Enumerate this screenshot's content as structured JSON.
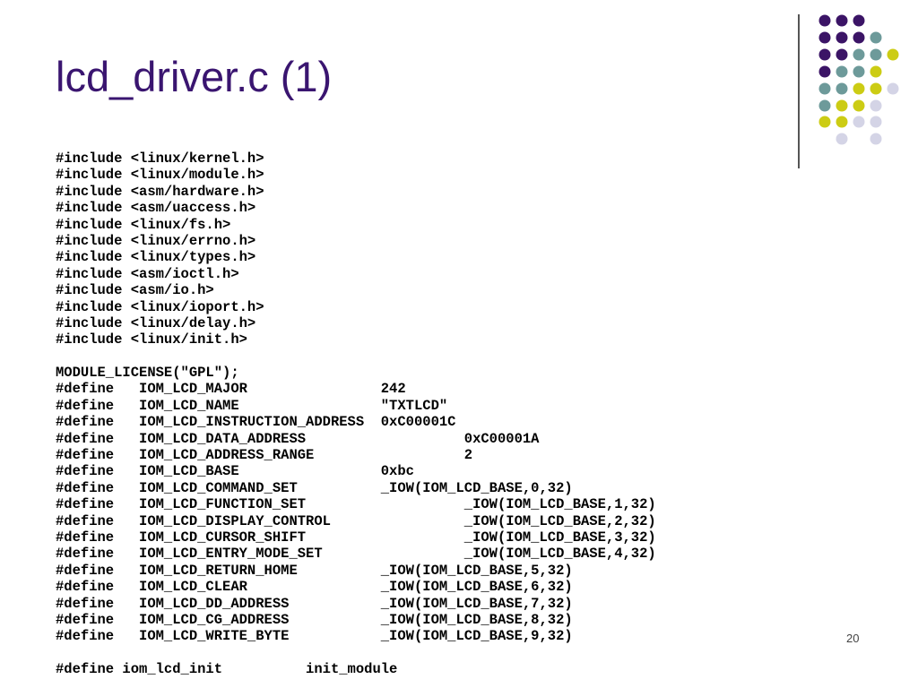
{
  "slide": {
    "title": "lcd_driver.c (1)",
    "page_number": "20",
    "colors": {
      "purple": "#3b1466",
      "teal": "#6d9a9a",
      "yellow": "#cccc14",
      "lavender": "#d4d4e6"
    },
    "code_lines": [
      "#include <linux/kernel.h>",
      "#include <linux/module.h>",
      "#include <asm/hardware.h>",
      "#include <asm/uaccess.h>",
      "#include <linux/fs.h>",
      "#include <linux/errno.h>",
      "#include <linux/types.h>",
      "#include <asm/ioctl.h>",
      "#include <asm/io.h>",
      "#include <linux/ioport.h>",
      "#include <linux/delay.h>",
      "#include <linux/init.h>",
      "",
      "MODULE_LICENSE(\"GPL\");",
      "#define   IOM_LCD_MAJOR                242",
      "#define   IOM_LCD_NAME                 \"TXTLCD\"",
      "#define   IOM_LCD_INSTRUCTION_ADDRESS  0xC00001C",
      "#define   IOM_LCD_DATA_ADDRESS                   0xC00001A",
      "#define   IOM_LCD_ADDRESS_RANGE                  2",
      "#define   IOM_LCD_BASE                 0xbc",
      "#define   IOM_LCD_COMMAND_SET          _IOW(IOM_LCD_BASE,0,32)",
      "#define   IOM_LCD_FUNCTION_SET                   _IOW(IOM_LCD_BASE,1,32)",
      "#define   IOM_LCD_DISPLAY_CONTROL                _IOW(IOM_LCD_BASE,2,32)",
      "#define   IOM_LCD_CURSOR_SHIFT                   _IOW(IOM_LCD_BASE,3,32)",
      "#define   IOM_LCD_ENTRY_MODE_SET                 _IOW(IOM_LCD_BASE,4,32)",
      "#define   IOM_LCD_RETURN_HOME          _IOW(IOM_LCD_BASE,5,32)",
      "#define   IOM_LCD_CLEAR                _IOW(IOM_LCD_BASE,6,32)",
      "#define   IOM_LCD_DD_ADDRESS           _IOW(IOM_LCD_BASE,7,32)",
      "#define   IOM_LCD_CG_ADDRESS           _IOW(IOM_LCD_BASE,8,32)",
      "#define   IOM_LCD_WRITE_BYTE           _IOW(IOM_LCD_BASE,9,32)",
      "",
      "#define iom_lcd_init          init_module"
    ]
  }
}
